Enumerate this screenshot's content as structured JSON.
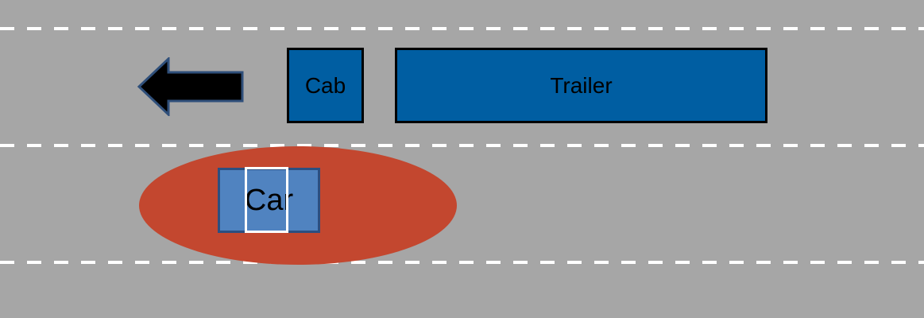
{
  "labels": {
    "cab": "Cab",
    "trailer": "Trailer",
    "car": "Car"
  },
  "colors": {
    "road": "#a6a6a6",
    "lane_marking": "#ffffff",
    "truck": "#005ea2",
    "car": "#5083c0",
    "blind_spot": "#c3472f",
    "arrow": "#000000"
  },
  "icons": {
    "direction": "left-arrow-icon"
  }
}
